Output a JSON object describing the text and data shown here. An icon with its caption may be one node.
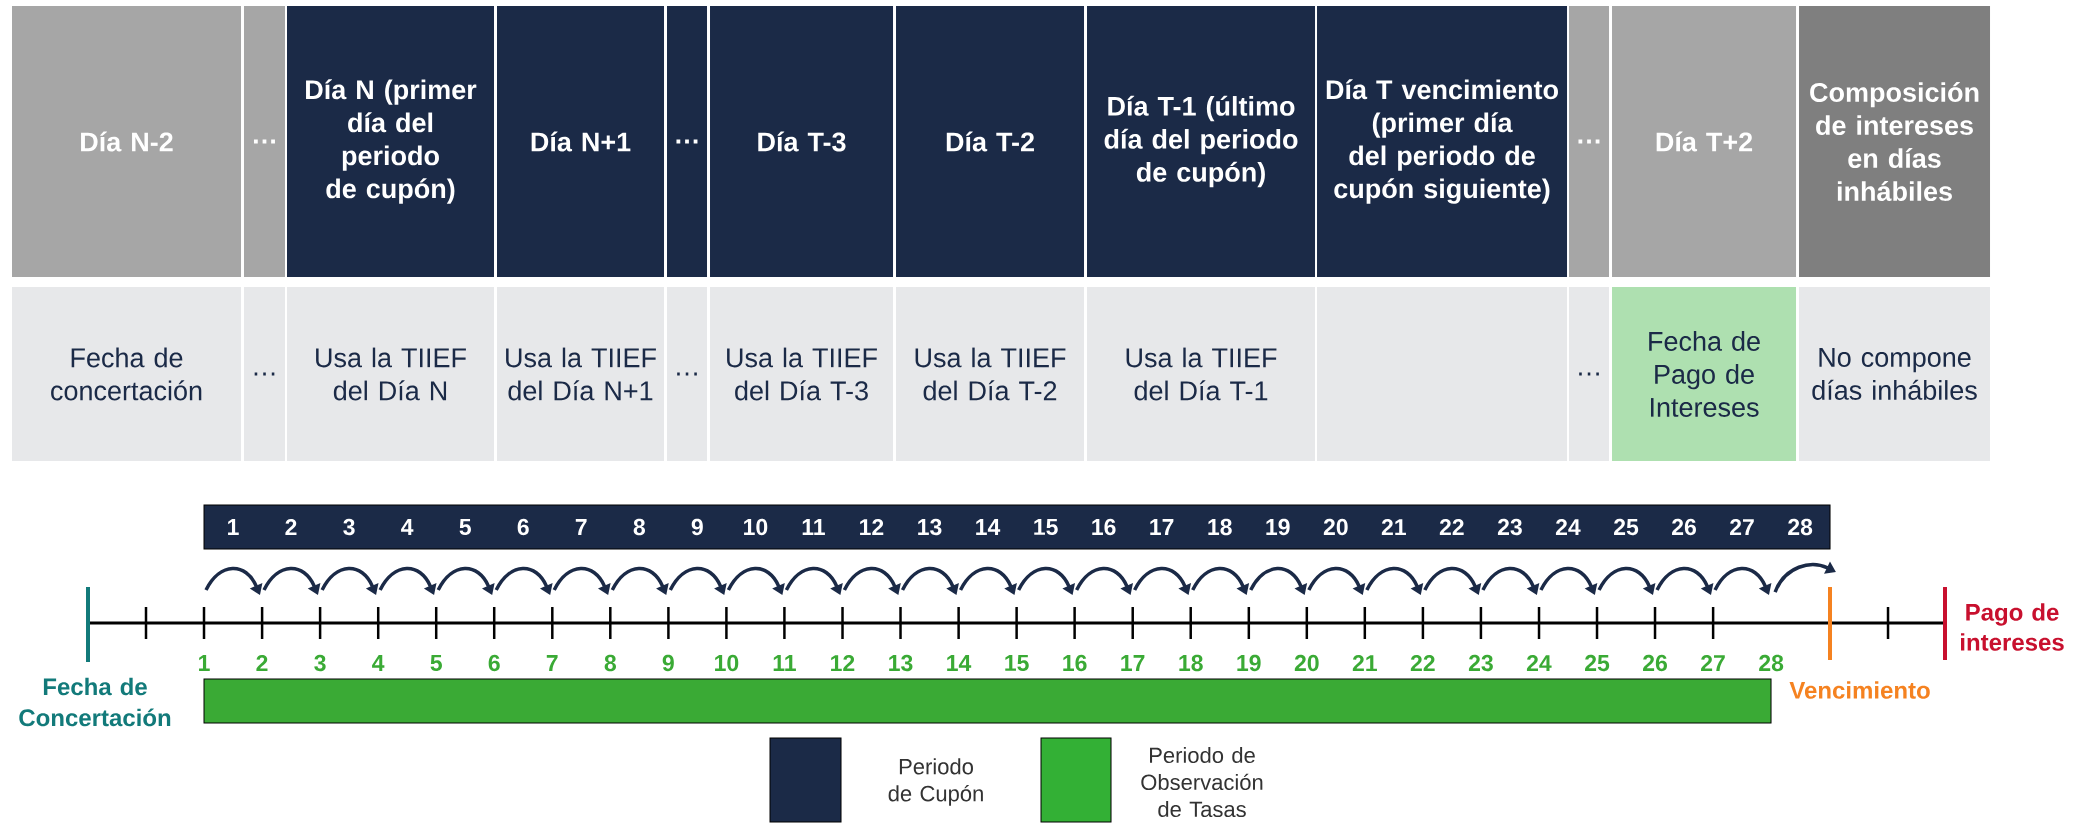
{
  "diagram": {
    "nodes": [
      {
        "text": [
          "Día N-2"
        ]
      },
      {
        "text": [
          "…"
        ]
      },
      {
        "text": [
          "Día N (primer día del periodo de cupón)"
        ]
      },
      {
        "text": [
          "Día N+1"
        ]
      },
      {
        "text": [
          "…"
        ]
      },
      {
        "text": [
          "Día T-3"
        ]
      },
      {
        "text": [
          "Día T-2"
        ]
      },
      {
        "text": [
          "Día T-1 (último día del periodo de cupón)"
        ]
      },
      {
        "text": [
          "Día T vencimiento (primer día del periodo de cupón siguiente)"
        ]
      },
      {
        "text": [
          "…"
        ]
      },
      {
        "text": [
          "Día T+2"
        ]
      },
      {
        "text": [
          "Composición de intereses en días inhábiles"
        ]
      },
      {
        "text": [
          "Fecha de concertación"
        ]
      },
      {
        "text": [
          "…"
        ]
      },
      {
        "text": [
          "Usa la TIIEF del Día N"
        ]
      },
      {
        "text": [
          "Usa la TIIEF del Día N+1"
        ]
      },
      {
        "text": [
          "…"
        ]
      },
      {
        "text": [
          "Usa la TIIEF del Día T-3"
        ]
      },
      {
        "text": [
          "Usa la TIIEF del Día T-2"
        ]
      },
      {
        "text": [
          "Usa la TIIEF del Día T-1"
        ]
      },
      {
        "text": [],
        "shape": "box"
      },
      {
        "text": [
          "…"
        ]
      },
      {
        "text": [
          "Fecha de Pago de Intereses"
        ]
      },
      {
        "text": [
          "No compone días inhábiles"
        ]
      },
      {
        "text": [
          "1",
          "2",
          "3",
          "4",
          "5",
          "6",
          "7",
          "8",
          "9",
          "10",
          "11",
          "12",
          "13",
          "14",
          "15",
          "16",
          "17",
          "18",
          "19",
          "20",
          "21",
          "22",
          "23",
          "24",
          "25",
          "26",
          "27",
          "28"
        ]
      },
      {
        "text": [],
        "shape": "bar"
      }
    ],
    "labels": [
      "Pago de intereses",
      "1",
      "2",
      "3",
      "4",
      "5",
      "6",
      "7",
      "8",
      "9",
      "10",
      "11",
      "12",
      "13",
      "14",
      "15",
      "16",
      "17",
      "18",
      "19",
      "20",
      "21",
      "22",
      "23",
      "24",
      "25",
      "26",
      "27",
      "28",
      "Fecha de Concertación",
      "Vencimiento"
    ],
    "legend": [
      {
        "text": "Periodo de Cupón",
        "color": "#1b2a47"
      },
      {
        "text": "Periodo de Observación de Tasas",
        "color": "#33b035"
      }
    ]
  }
}
